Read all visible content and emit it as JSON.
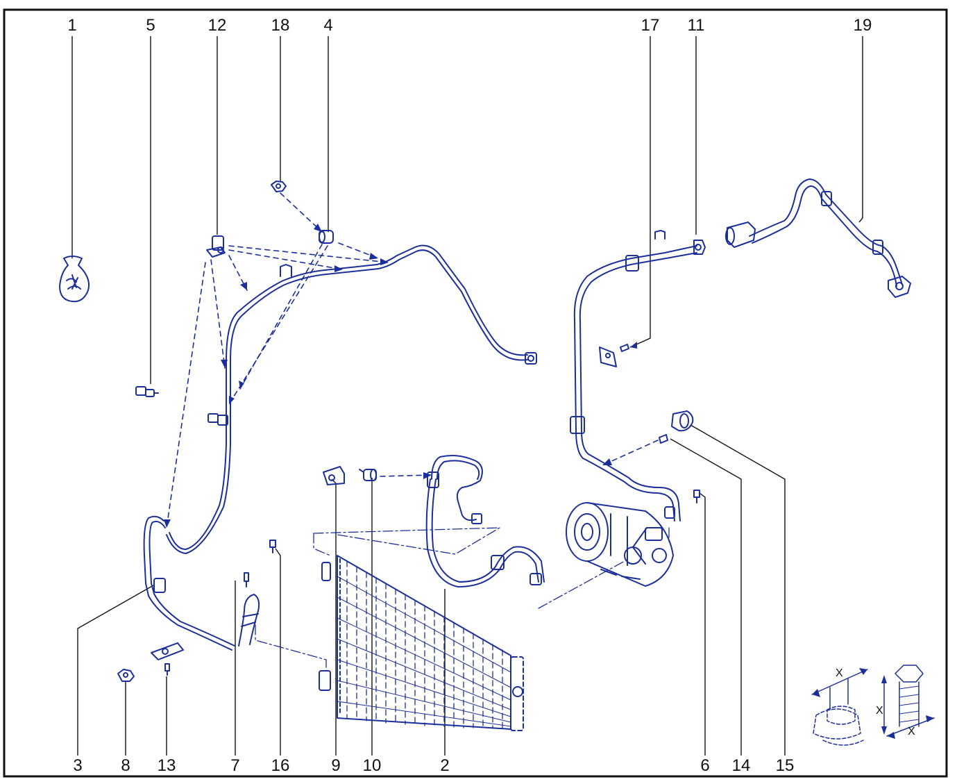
{
  "diagram": {
    "stroke_color": "#1a2f9a",
    "frame_color": "#111111",
    "label_color": "#111111",
    "labels_top": [
      "1",
      "5",
      "12",
      "18",
      "4",
      "17",
      "11",
      "19"
    ],
    "labels_bottom": [
      "3",
      "8",
      "13",
      "7",
      "16",
      "9",
      "10",
      "2",
      "6",
      "14",
      "15"
    ],
    "dimension_mark": "X"
  }
}
